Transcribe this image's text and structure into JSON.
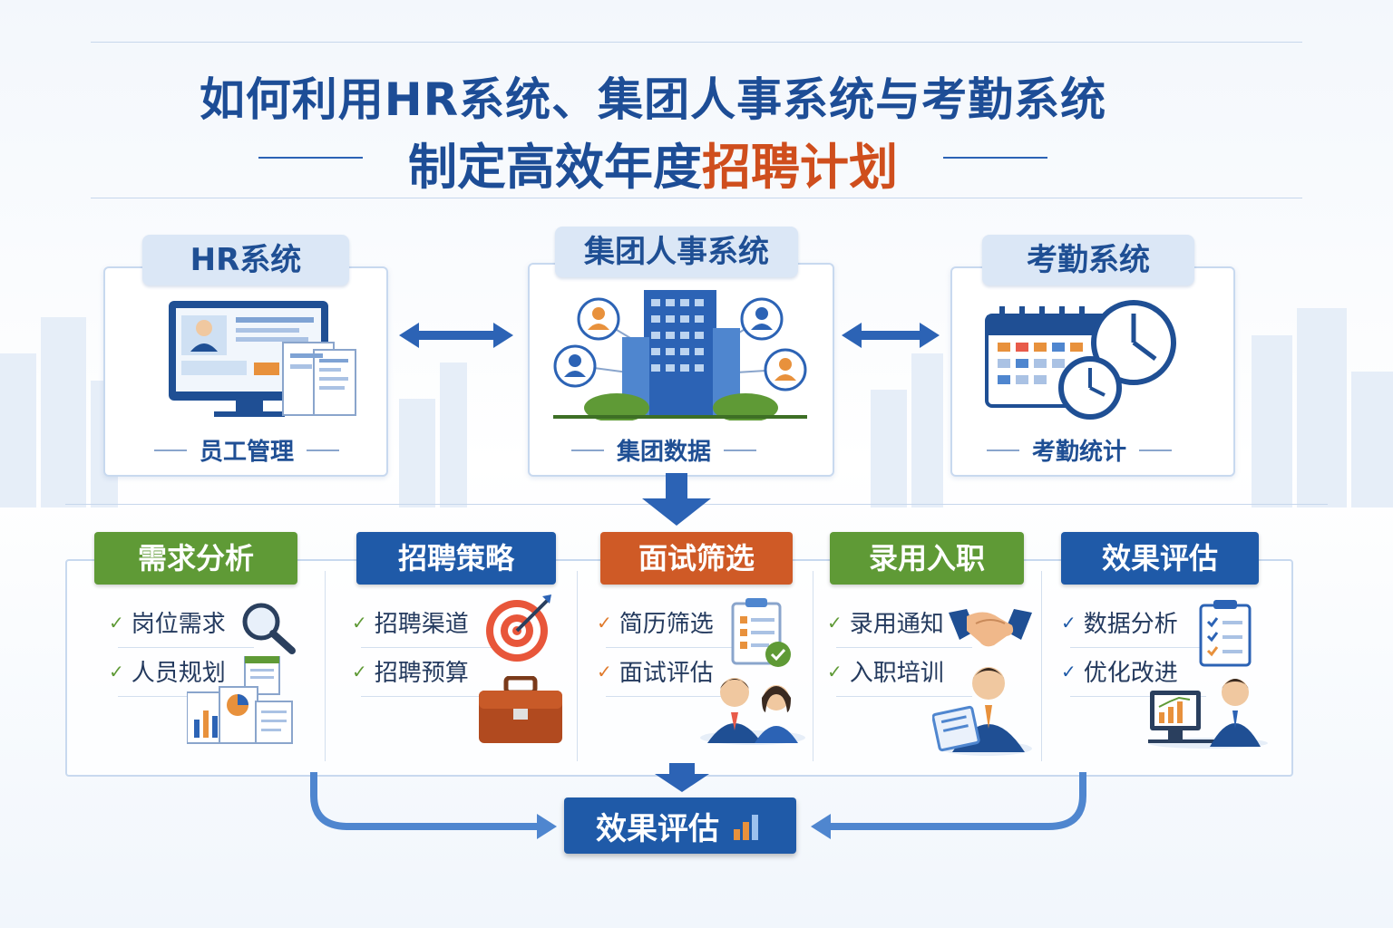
{
  "title": {
    "line1": "如何利用HR系统、集团人事系统与考勤系统",
    "line2_main": "制定高效年度",
    "line2_highlight": "招聘计划"
  },
  "systems": [
    {
      "title": "HR系统",
      "caption": "员工管理",
      "icon": "computer-with-documents-icon"
    },
    {
      "title": "集团人事系统",
      "caption": "集团数据",
      "icon": "office-building-network-icon"
    },
    {
      "title": "考勤系统",
      "caption": "考勤统计",
      "icon": "calendar-clock-icon"
    }
  ],
  "steps": [
    {
      "title": "需求分析",
      "color": "#5f9a36",
      "check_color": "#5f9a36",
      "items": [
        "岗位需求",
        "人员规划"
      ],
      "icons": [
        "magnifier-icon",
        "charts-document-icon"
      ]
    },
    {
      "title": "招聘策略",
      "color": "#1f5aa8",
      "check_color": "#5f9a36",
      "items": [
        "招聘渠道",
        "招聘预算"
      ],
      "icons": [
        "target-icon",
        "briefcase-icon"
      ]
    },
    {
      "title": "面试筛选",
      "color": "#cf5a26",
      "check_color": "#e07a2c",
      "items": [
        "简历筛选",
        "面试评估"
      ],
      "icons": [
        "clipboard-check-icon",
        "interview-people-icon"
      ]
    },
    {
      "title": "录用入职",
      "color": "#5f9a36",
      "check_color": "#5f9a36",
      "items": [
        "录用通知",
        "入职培训"
      ],
      "icons": [
        "handshake-icon",
        "employee-reading-icon"
      ]
    },
    {
      "title": "效果评估",
      "color": "#1f5aa8",
      "check_color": "#1f5aa8",
      "items": [
        "数据分析",
        "优化改进"
      ],
      "icons": [
        "checklist-icon",
        "analyst-monitor-icon"
      ]
    }
  ],
  "final": {
    "label": "效果评估",
    "icon": "bar-chart-icon"
  },
  "colors": {
    "primary": "#1f5aa8",
    "title": "#1d4d96",
    "accent": "#cf4e1d",
    "green": "#5f9a36",
    "orange": "#cf5a26"
  }
}
